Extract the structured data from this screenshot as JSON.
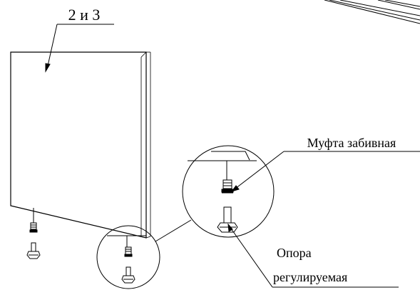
{
  "labels": {
    "part_number": "2 и 3",
    "coupling": "Муфта забивная",
    "support_line1": "Опора",
    "support_line2": "регулируемая"
  },
  "colors": {
    "ink": "#000000",
    "background": "#ffffff"
  }
}
